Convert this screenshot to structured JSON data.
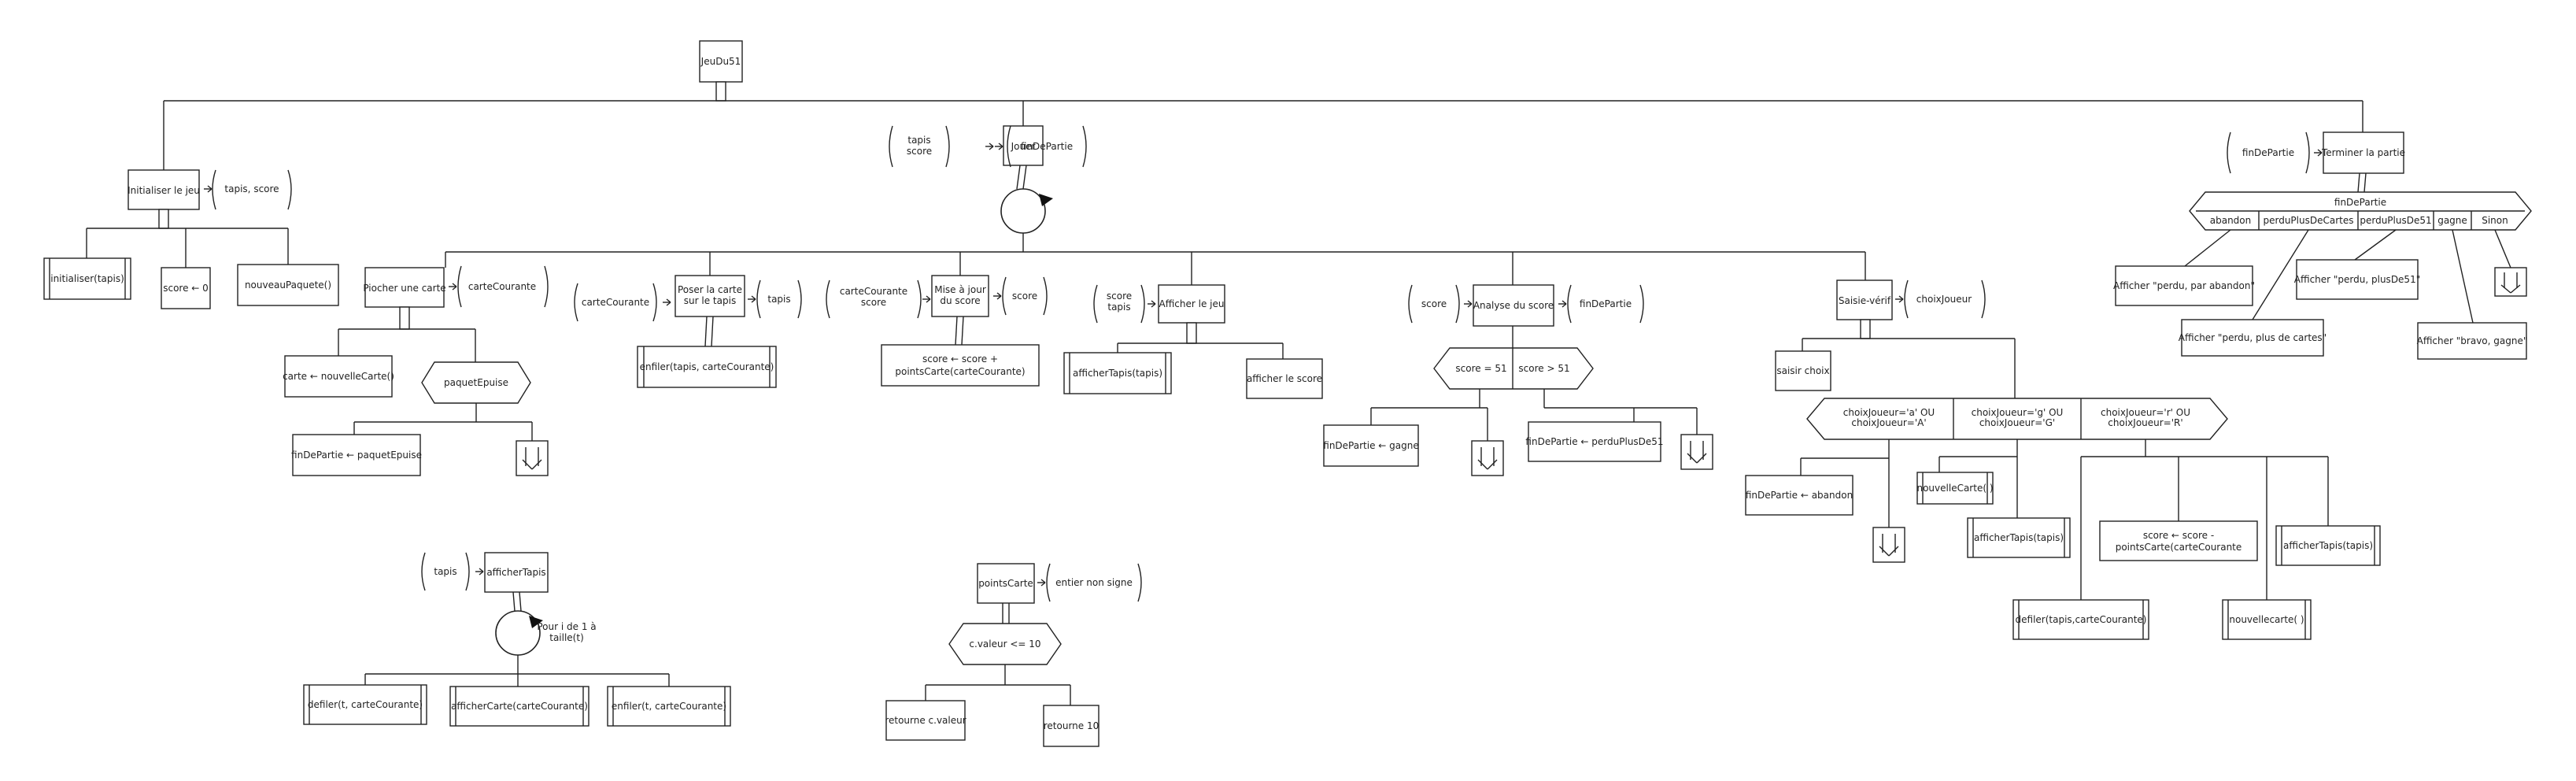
{
  "root": {
    "label": "JeuDu51"
  },
  "init": {
    "label": "Initialiser le jeu",
    "out": "tapis, score",
    "children": [
      "initialiser(tapis)",
      "score ← 0",
      "nouveauPaquete()"
    ]
  },
  "jouer": {
    "label": "Jouer",
    "in": [
      "tapis",
      "score"
    ],
    "out": "finDePartie",
    "pioche": {
      "label": "Piocher une carte",
      "out": "carteCourante",
      "step": "carte ← nouvelleCarte()",
      "cond": "paquetEpuise",
      "result": "finDePartie ← paquetEpuise"
    },
    "poser": {
      "label": [
        "Poser la carte",
        "sur le tapis"
      ],
      "in": "carteCourante",
      "out": "tapis",
      "step": "enfiler(tapis, carteCourante)"
    },
    "maj": {
      "label": [
        "Mise à jour",
        "du score"
      ],
      "in": [
        "carteCourante",
        "score"
      ],
      "out": "score",
      "step": [
        "score ← score +",
        "pointsCarte(carteCourante)"
      ]
    },
    "afficher": {
      "label": "Afficher le jeu",
      "in": [
        "score",
        "tapis"
      ],
      "children": [
        "afficherTapis(tapis)",
        "afficher le score"
      ]
    },
    "analyse": {
      "label": "Analyse du score",
      "in": "score",
      "out": "finDePartie",
      "branches": [
        "score = 51",
        "score > 51"
      ],
      "r1": "finDePartie ← gagne",
      "r2": "finDePartie ← perduPlusDe51"
    },
    "saisie": {
      "label": "Saisie-vérif",
      "out": "choixJoueur",
      "step": "saisir choix",
      "branches": [
        [
          "choixJoueur='a' OU",
          "choixJoueur='A'"
        ],
        [
          "choixJoueur='g' OU",
          "choixJoueur='G'"
        ],
        [
          "choixJoueur='r' OU",
          "choixJoueur='R'"
        ]
      ],
      "a_result": "finDePartie ← abandon",
      "g_children": [
        "nouvelleCarte( )",
        "afficherTapis(tapis)"
      ],
      "r_children": [
        "defiler(tapis,carteCourante)",
        [
          "score ← score -",
          "pointsCarte(carteCourante"
        ],
        "nouvellecarte( )",
        "afficherTapis(tapis)"
      ]
    }
  },
  "terminer": {
    "label": "Terminer la partie",
    "in": "finDePartie",
    "select": "finDePartie",
    "cases": [
      "abandon",
      "perduPlusDeCartes",
      "perduPlusDe51",
      "gagne",
      "Sinon"
    ],
    "results": [
      "Afficher \"perdu, par abandon\"",
      "Afficher \"perdu, plus de cartes\"",
      "Afficher \"perdu, plusDe51\"",
      "Afficher \"bravo, gagne\""
    ]
  },
  "afficherTapis": {
    "label": "afficherTapis",
    "in": "tapis",
    "loop": [
      "Pour i de 1 à",
      "taille(t)"
    ],
    "children": [
      "defiler(t, carteCourante)",
      "afficherCarte(carteCourante)",
      "enfiler(t, carteCourante)"
    ]
  },
  "pointsCarte": {
    "label": "pointsCarte",
    "out": "entier non signe",
    "cond": "c.valeur <= 10",
    "r1": "retourne c.valeur",
    "r2": "retourne 10"
  }
}
